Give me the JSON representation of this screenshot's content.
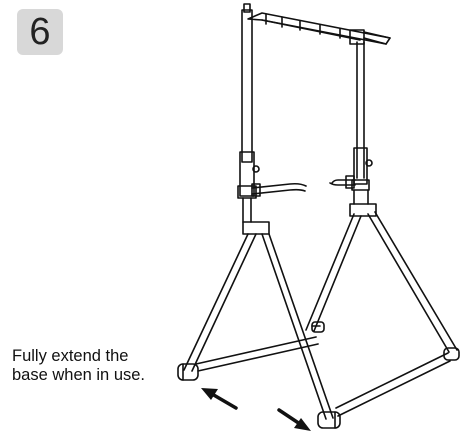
{
  "step": {
    "number": "6"
  },
  "instruction": {
    "line1": "Fully extend the",
    "line2": "base when in use."
  }
}
